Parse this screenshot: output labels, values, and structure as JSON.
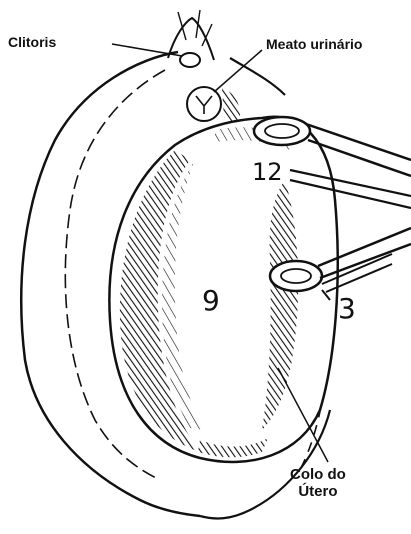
{
  "labels": {
    "clitoris": "Clitoris",
    "meato_urinario": "Meato urinário",
    "colo_line1": "Colo do",
    "colo_line2": "Útero"
  },
  "clock_marks": {
    "twelve": "12",
    "nine": "9",
    "three": "3"
  },
  "colors": {
    "ink": "#111111",
    "background": "#ffffff"
  }
}
